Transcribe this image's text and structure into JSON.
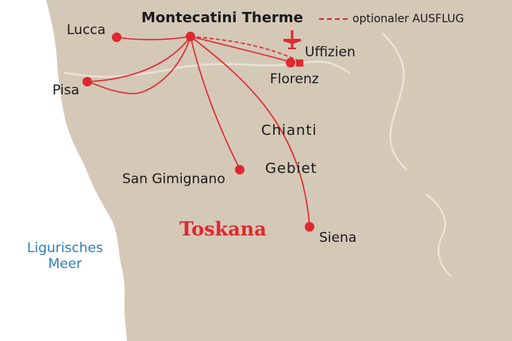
{
  "map": {
    "colors": {
      "land": "#d4c8b7",
      "sea": "#ffffff",
      "river": "#e9e2d7",
      "route": "#e0282f",
      "text": "#1a1a1a",
      "sea_label": "#2c7fb8"
    },
    "legend": {
      "label": "optionaler AUSFLUG",
      "line_style": "dashed-red"
    },
    "hub": {
      "name": "Montecatini Therme"
    },
    "places": [
      {
        "id": "lucca",
        "name": "Lucca"
      },
      {
        "id": "pisa",
        "name": "Pisa"
      },
      {
        "id": "florenz",
        "name": "Florenz"
      },
      {
        "id": "uffizien",
        "name": "Uffizien"
      },
      {
        "id": "san-gimignano",
        "name": "San Gimignano"
      },
      {
        "id": "siena",
        "name": "Siena"
      }
    ],
    "areas": {
      "chianti_line1": "Chianti",
      "chianti_line2": "Gebiet",
      "region": "Toskana"
    },
    "sea": {
      "line1": "Ligurisches",
      "line2": "Meer"
    },
    "icons": {
      "airport": "airplane-icon",
      "city": "red-dot-icon",
      "poi": "red-square-icon"
    }
  }
}
